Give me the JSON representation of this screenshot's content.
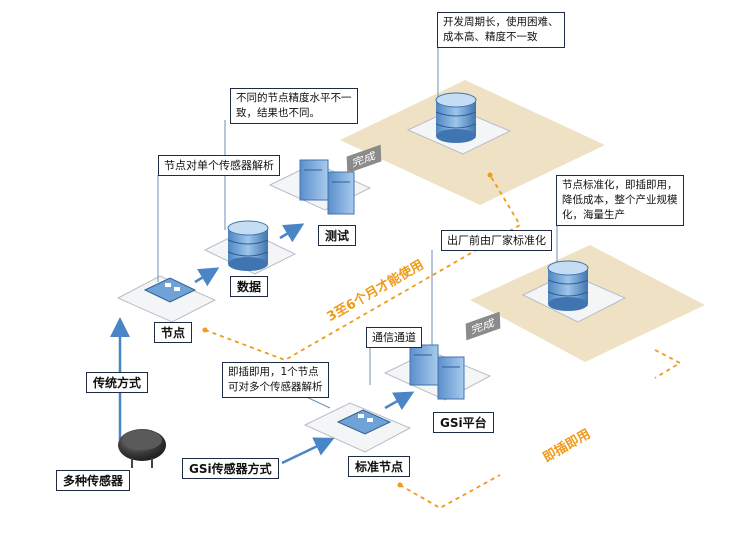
{
  "notes": {
    "top_right": [
      "开发周期长，使用困难、",
      "成本高、精度不一致"
    ],
    "precision": [
      "不同的节点精度水平不一",
      "致，结果也不同。"
    ],
    "single_parse": "节点对单个传感器解析",
    "standard_right": [
      "节点标准化，即插即用，",
      "降低成本，整个产业规模",
      "化，海量生产"
    ],
    "factory": "出厂前由厂家标准化",
    "channel": "通信通道",
    "plug_play_note": [
      "即插即用，1个节点",
      "可对多个传感器解析"
    ]
  },
  "labels": {
    "test": "测试",
    "data": "数据",
    "node": "节点",
    "traditional": "传统方式",
    "multi_sensor": "多种传感器",
    "gsi_method": "GSi传感器方式",
    "standard_node": "标准节点",
    "gsi_platform": "GSi平台"
  },
  "tags": {
    "complete_top": "完成",
    "complete_bottom": "完成"
  },
  "orange": {
    "months": "3至6个月才能使用",
    "plug_play": "即插即用"
  },
  "colors": {
    "accent_blue": "#4a86c5",
    "device_blue": "#6fa3d8",
    "orange": "#ef9a18",
    "plate_tan": "#efe2c4",
    "line_dark": "#1f2a44"
  }
}
